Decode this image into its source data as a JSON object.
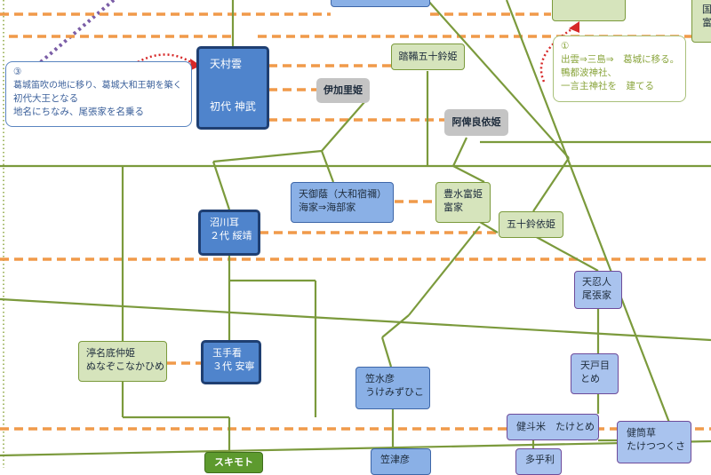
{
  "nodes": {
    "amamurakumo": {
      "name": "天村雲",
      "title": "初代 神武"
    },
    "tataraisuzu_hime": {
      "name": "踏鞴五十鈴姫"
    },
    "ikari_hime": {
      "name": "伊加里姫"
    },
    "ahira_hime": {
      "name": "阿俾良依姫"
    },
    "nunakawamimi": {
      "name": "沼川耳",
      "title": "２代 綏靖"
    },
    "amamikage": {
      "name": "天御蔭（大和宿禰）",
      "house": "海家⇒海部家"
    },
    "toyomitomi_hime": {
      "name": "豊水富姫",
      "house": "富家"
    },
    "isuzuyori_hime": {
      "name": "五十鈴依姫"
    },
    "amaoshi": {
      "name": "天忍人",
      "house": "尾張家"
    },
    "nunasokonaka_hime": {
      "name": "渟名底仲姫",
      "reading": "ぬなぞこなかひめ"
    },
    "tamatemi": {
      "name": "玉手看",
      "title": "３代 安寧"
    },
    "kasamizuhiko": {
      "name": "笠水彦",
      "reading": "うけみずひこ"
    },
    "amatome": {
      "name": "天戸目",
      "reading": "とめ"
    },
    "taketome": {
      "name": "健斗米　たけとめ"
    },
    "taketsutsukusa": {
      "name": "健筒草",
      "reading": "たけつつくさ"
    },
    "sukimoto": {
      "name": "スキモト"
    },
    "kasatsuhiko": {
      "name": "笠津彦"
    },
    "tako": {
      "name": "多乎利"
    }
  },
  "notes": {
    "note3": {
      "number": "③",
      "lines": [
        "葛城笛吹の地に移り、葛城大和王朝を築く",
        "初代大王となる",
        "地名にちなみ、尾張家を名乗る"
      ]
    },
    "note1": {
      "number": "①",
      "lines": [
        "出雲⇒三島⇒　葛城に移る。",
        "鴨都波神社、",
        "一言主神社を　建てる"
      ]
    }
  },
  "edge_fragment": {
    "lines": [
      "国",
      "富"
    ]
  },
  "colors": {
    "line_green": "#7b9a3c",
    "marriage_orange": "#f09a4a",
    "migration_red": "#d62828",
    "purple_dots": "#7b5ea7"
  }
}
